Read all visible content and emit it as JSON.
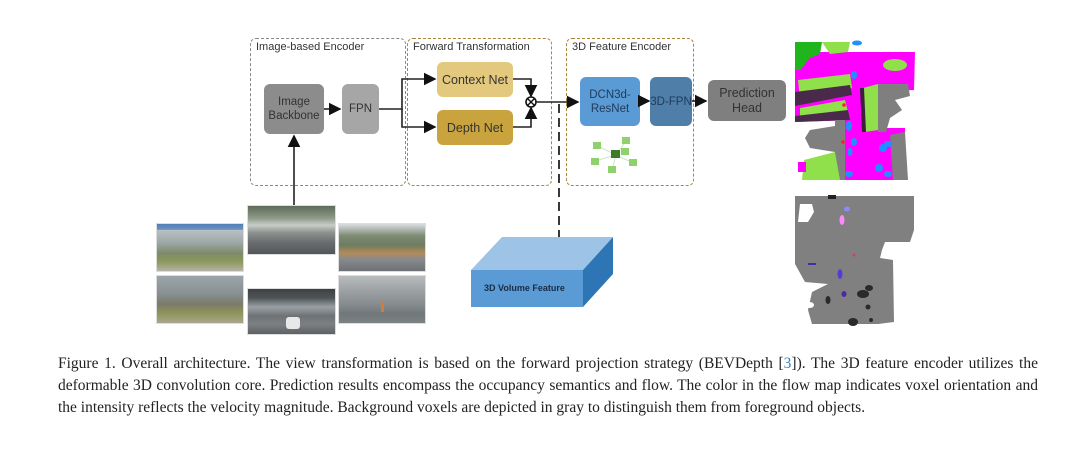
{
  "figure": {
    "groups": {
      "image_encoder": {
        "title": "Image-based Encoder",
        "border_color": "#888888"
      },
      "forward_transformation": {
        "title": "Forward Transformation",
        "border_color": "#a8863a"
      },
      "feature_encoder_3d": {
        "title": "3D Feature Encoder",
        "border_color": "#a8863a"
      }
    },
    "blocks": {
      "image_backbone": {
        "line1": "Image",
        "line2": "Backbone",
        "color": "#8c8c8c"
      },
      "fpn": {
        "label": "FPN",
        "color": "#a6a6a6"
      },
      "context_net": {
        "label": "Context Net",
        "color": "#e3c97e"
      },
      "depth_net": {
        "label": "Depth Net",
        "color": "#c9a43e"
      },
      "dcn3d_resnet": {
        "line1": "DCN3d-",
        "line2": "ResNet",
        "color": "#5b9bd5"
      },
      "fpn_3d": {
        "label": "3D-FPN",
        "color": "#4f7ea8"
      },
      "prediction_head": {
        "line1": "Prediction",
        "line2": "Head",
        "color": "#7f7f7f"
      }
    },
    "volume": {
      "label": "3D Volume Feature",
      "front_color": "#5b9bd5",
      "top_color": "#9dc3e6",
      "side_color": "#2e75b6"
    },
    "operator_icon": "circled-times",
    "camera_views": [
      "front-left",
      "front",
      "front-right",
      "back-left",
      "back",
      "back-right"
    ],
    "outputs": [
      "occupancy-semantics-map",
      "occupancy-flow-map"
    ]
  },
  "caption": {
    "prefix": "Figure 1.  Overall architecture.  The view transformation is based on the forward projection strategy (BEVDepth [",
    "ref": "3",
    "suffix": "]).  The 3D feature encoder utilizes the deformable 3D convolution core.  Prediction results encompass the occupancy semantics and flow.  The color in the flow map indicates voxel orientation and the intensity reflects the velocity magnitude. Background voxels are depicted in gray to distinguish them from foreground objects."
  }
}
